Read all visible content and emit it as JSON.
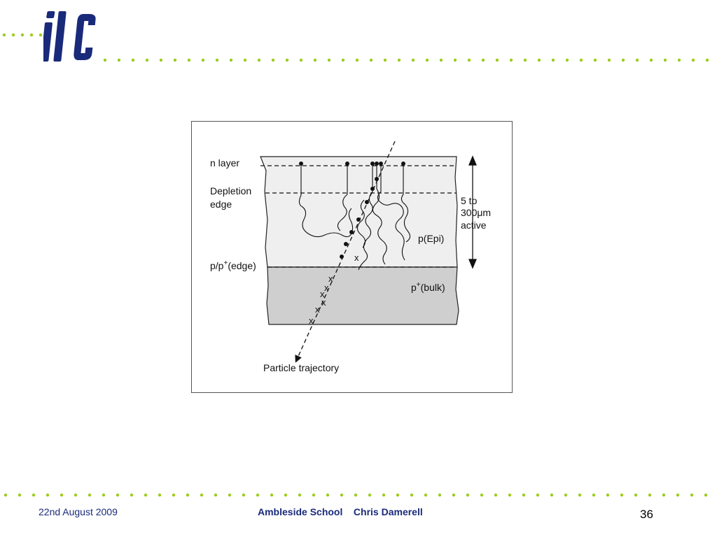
{
  "header": {
    "logo_text": "ilc"
  },
  "figure": {
    "labels": {
      "n_layer": "n layer",
      "depletion_line1": "Depletion",
      "depletion_line2": "edge",
      "p_edge_prefix": "p/p",
      "p_edge_suffix": "(edge)",
      "active_line1": "5 to",
      "active_line2": "300μm",
      "active_line3": "active",
      "p_epi": "p(Epi)",
      "p_bulk_prefix": "p",
      "p_bulk_suffix": "(bulk)",
      "plus": "+",
      "trajectory": "Particle trajectory",
      "x_mark": "x"
    }
  },
  "footer": {
    "date": "22nd August 2009",
    "presenter": "Ambleside School    Chris Damerell",
    "page_number": "36"
  },
  "colors": {
    "brand_blue": "#1a2a7a",
    "dot_green": "#9ccc1c",
    "epi_fill": "#efefef",
    "bulk_fill": "#cfcfcf"
  }
}
